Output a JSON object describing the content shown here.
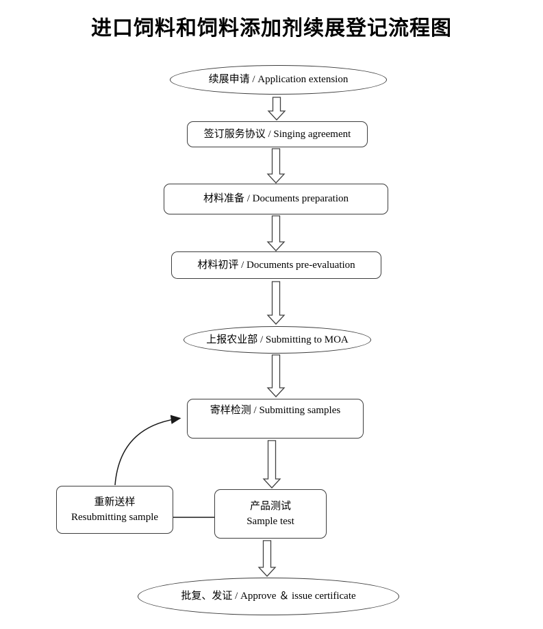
{
  "title": "进口饲料和饲料添加剂续展登记流程图",
  "colors": {
    "shape_stroke": "#3c3c3c",
    "shape_fill": "#ffffff",
    "arrow_stroke": "#404040",
    "connector_stroke": "#1a1a1a",
    "text": "#000000"
  },
  "nodes": {
    "application_extension": {
      "shape": "ellipse",
      "label": "续展申请  / Application extension"
    },
    "signing_agreement": {
      "shape": "rounded-rect",
      "label": "签订服务协议  / Singing agreement"
    },
    "documents_preparation": {
      "shape": "rounded-rect",
      "label": "材料准备  / Documents preparation"
    },
    "documents_preevaluation": {
      "shape": "rounded-rect",
      "label": "材料初评  / Documents pre-evaluation"
    },
    "submitting_to_moa": {
      "shape": "ellipse",
      "label": "上报农业部  / Submitting to MOA"
    },
    "submitting_samples": {
      "shape": "rounded-rect",
      "label": "寄样检测  / Submitting samples"
    },
    "resubmitting_sample": {
      "shape": "rounded-rect",
      "label_zh": "重新送样",
      "label_en": "Resubmitting sample"
    },
    "sample_test": {
      "shape": "rounded-rect",
      "label_zh": "产品测试",
      "label_en": "Sample test"
    },
    "approve_issue_certificate": {
      "shape": "ellipse",
      "label": "批复、发证  / Approve ＆  issue certificate"
    }
  }
}
